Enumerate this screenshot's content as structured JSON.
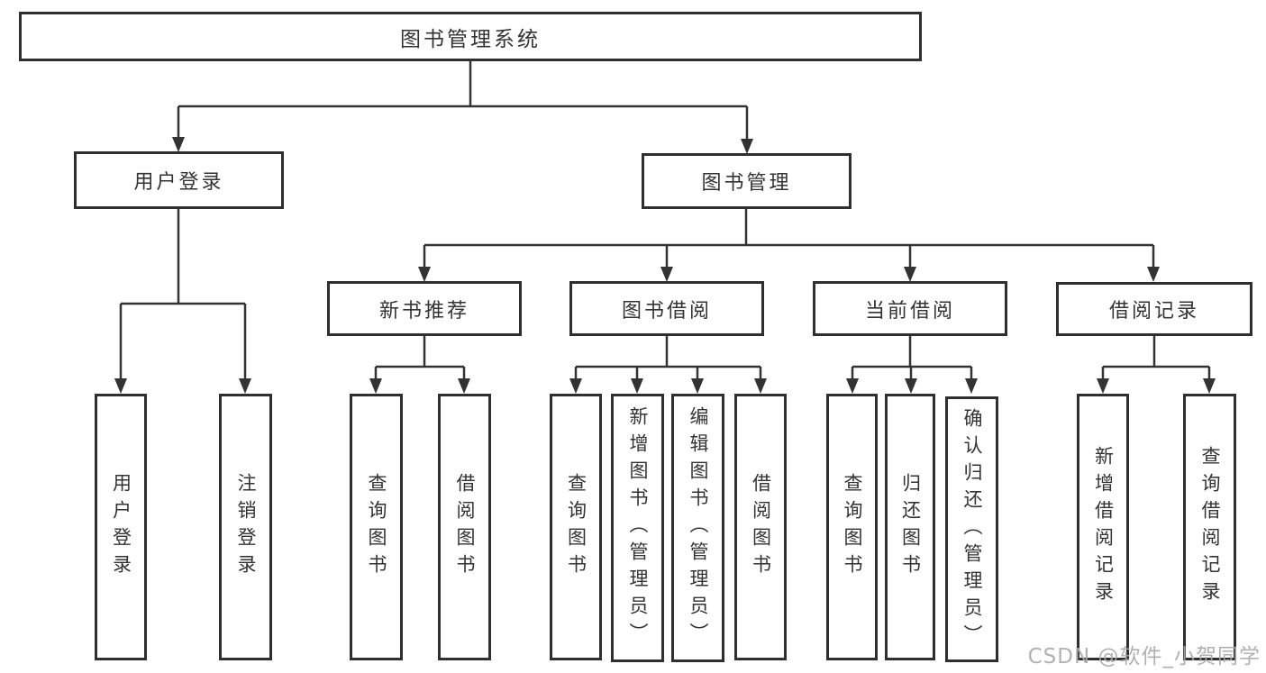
{
  "diagram": {
    "root": {
      "label": "图书管理系统"
    },
    "branches": [
      {
        "label": "用户登录",
        "children": [
          {
            "label": "用户登录"
          },
          {
            "label": "注销登录"
          }
        ]
      },
      {
        "label": "图书管理",
        "children": [
          {
            "label": "新书推荐",
            "children": [
              {
                "label": "查询图书"
              },
              {
                "label": "借阅图书"
              }
            ]
          },
          {
            "label": "图书借阅",
            "children": [
              {
                "label": "查询图书"
              },
              {
                "label": "新增图书（管理员）"
              },
              {
                "label": "编辑图书（管理员）"
              },
              {
                "label": "借阅图书"
              }
            ]
          },
          {
            "label": "当前借阅",
            "children": [
              {
                "label": "查询图书"
              },
              {
                "label": "归还图书"
              },
              {
                "label": "确认归还（管理员）"
              }
            ]
          },
          {
            "label": "借阅记录",
            "children": [
              {
                "label": "新增借阅记录"
              },
              {
                "label": "查询借阅记录"
              }
            ]
          }
        ]
      }
    ],
    "watermark": "CSDN @软件_小贺同学",
    "colors": {
      "line": "#333333",
      "box_border": "#2f2f2f",
      "text": "#333333",
      "background": "#ffffff",
      "watermark": "#a8a8a8"
    }
  }
}
